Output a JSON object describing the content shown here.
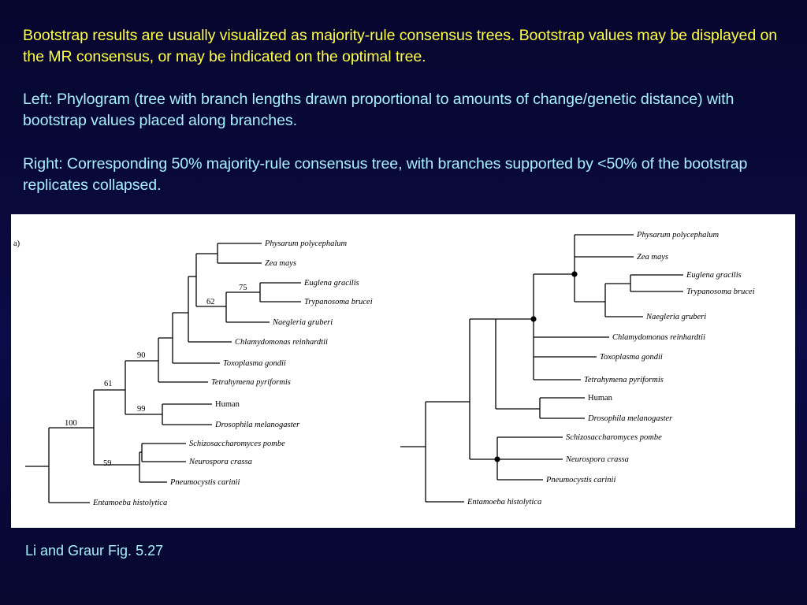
{
  "text": {
    "p1": "Bootstrap results are usually visualized as majority-rule consensus trees. Bootstrap values may be displayed on the MR consensus, or may be indicated on the optimal tree.",
    "p2": "Left: Phylogram (tree with branch lengths drawn proportional to amounts of change/genetic distance) with bootstrap values placed along branches.",
    "p3": "Right: Corresponding 50% majority-rule consensus tree, with branches supported by <50% of the bootstrap replicates collapsed.",
    "caption": "Li and Graur Fig. 5.27"
  },
  "figure": {
    "panel_label": "a)",
    "taxa": {
      "physarum": "Physarum polycephalum",
      "zea": "Zea mays",
      "euglena": "Euglena gracilis",
      "trypanosoma": "Trypanosoma brucei",
      "naegleria": "Naegleria gruberi",
      "chlamydomonas": "Chlamydomonas reinhardtii",
      "toxoplasma": "Toxoplasma gondii",
      "tetrahymena": "Tetrahymena pyriformis",
      "human": "Human",
      "drosophila": "Drosophila melanogaster",
      "schizo": "Schizosaccharomyces pombe",
      "neurospora": "Neurospora crassa",
      "pneumocystis": "Pneumocystis carinii",
      "entamoeba": "Entamoeba histolytica"
    },
    "bootstrap_values": {
      "euglena_trypanosoma": "75",
      "euglena_trypanosoma_naegleria": "62",
      "with_toxoplasma": "90",
      "with_tetrahymena": "61",
      "human_drosophila": "99",
      "fungi": "59",
      "ingroup": "100"
    }
  }
}
